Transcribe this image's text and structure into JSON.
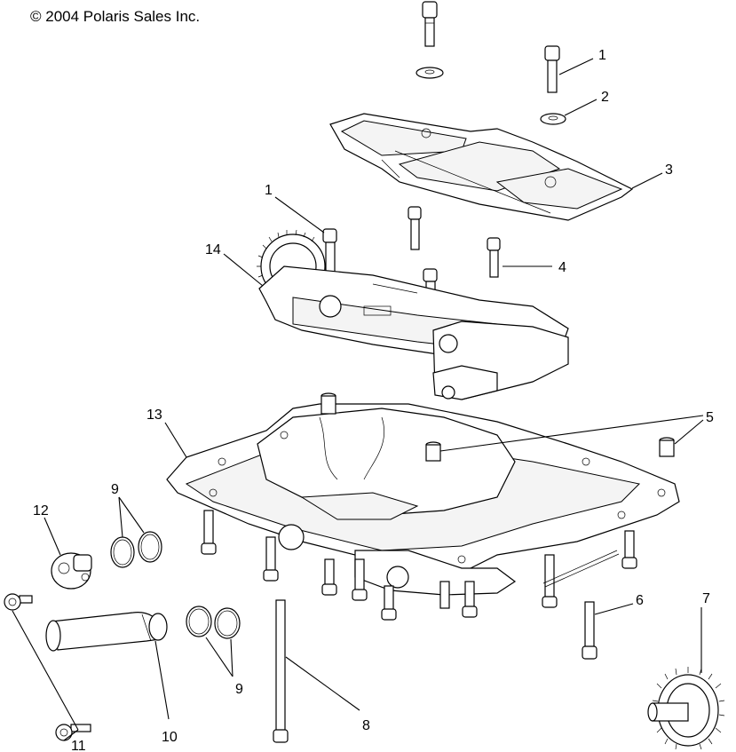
{
  "copyright": "© 2004 Polaris Sales Inc.",
  "callouts": [
    {
      "id": "c1a",
      "label": "1"
    },
    {
      "id": "c2",
      "label": "2"
    },
    {
      "id": "c3",
      "label": "3"
    },
    {
      "id": "c1b",
      "label": "1"
    },
    {
      "id": "c14",
      "label": "14"
    },
    {
      "id": "c4",
      "label": "4"
    },
    {
      "id": "c13",
      "label": "13"
    },
    {
      "id": "c5",
      "label": "5"
    },
    {
      "id": "c9a",
      "label": "9"
    },
    {
      "id": "c12",
      "label": "12"
    },
    {
      "id": "c6",
      "label": "6"
    },
    {
      "id": "c7",
      "label": "7"
    },
    {
      "id": "c9b",
      "label": "9"
    },
    {
      "id": "c11",
      "label": "11"
    },
    {
      "id": "c10",
      "label": "10"
    },
    {
      "id": "c8",
      "label": "8"
    }
  ]
}
